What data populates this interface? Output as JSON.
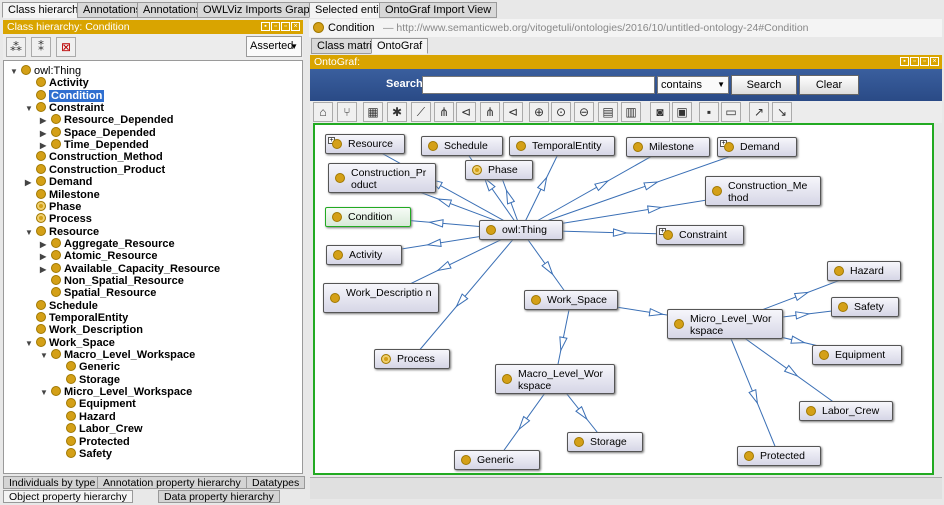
{
  "left_tabs": [
    "Class hierarchy",
    "Annotations",
    "Annotations",
    "OWLViz Imports Graph"
  ],
  "right_tabs": [
    "Selected entity",
    "OntoGraf Import View"
  ],
  "class_hierarchy_header": "Class hierarchy: Condition",
  "asserted_select": "Asserted",
  "tree": [
    {
      "label": "owl:Thing",
      "depth": 0,
      "twisty": "open",
      "root": true
    },
    {
      "label": "Activity",
      "depth": 1,
      "twisty": ""
    },
    {
      "label": "Condition",
      "depth": 1,
      "twisty": "",
      "selected": true
    },
    {
      "label": "Constraint",
      "depth": 1,
      "twisty": "open"
    },
    {
      "label": "Resource_Depended",
      "depth": 2,
      "twisty": "closed"
    },
    {
      "label": "Space_Depended",
      "depth": 2,
      "twisty": "closed"
    },
    {
      "label": "Time_Depended",
      "depth": 2,
      "twisty": "closed"
    },
    {
      "label": "Construction_Method",
      "depth": 1,
      "twisty": ""
    },
    {
      "label": "Construction_Product",
      "depth": 1,
      "twisty": ""
    },
    {
      "label": "Demand",
      "depth": 1,
      "twisty": "closed"
    },
    {
      "label": "Milestone",
      "depth": 1,
      "twisty": ""
    },
    {
      "label": "Phase",
      "depth": 1,
      "twisty": "",
      "defined": true
    },
    {
      "label": "Process",
      "depth": 1,
      "twisty": "",
      "defined": true
    },
    {
      "label": "Resource",
      "depth": 1,
      "twisty": "open"
    },
    {
      "label": "Aggregate_Resource",
      "depth": 2,
      "twisty": "closed"
    },
    {
      "label": "Atomic_Resource",
      "depth": 2,
      "twisty": "closed"
    },
    {
      "label": "Available_Capacity_Resource",
      "depth": 2,
      "twisty": "closed"
    },
    {
      "label": "Non_Spatial_Resource",
      "depth": 2,
      "twisty": ""
    },
    {
      "label": "Spatial_Resource",
      "depth": 2,
      "twisty": ""
    },
    {
      "label": "Schedule",
      "depth": 1,
      "twisty": ""
    },
    {
      "label": "TemporalEntity",
      "depth": 1,
      "twisty": ""
    },
    {
      "label": "Work_Description",
      "depth": 1,
      "twisty": ""
    },
    {
      "label": "Work_Space",
      "depth": 1,
      "twisty": "open"
    },
    {
      "label": "Macro_Level_Workspace",
      "depth": 2,
      "twisty": "open"
    },
    {
      "label": "Generic",
      "depth": 3,
      "twisty": ""
    },
    {
      "label": "Storage",
      "depth": 3,
      "twisty": ""
    },
    {
      "label": "Micro_Level_Workspace",
      "depth": 2,
      "twisty": "open"
    },
    {
      "label": "Equipment",
      "depth": 3,
      "twisty": ""
    },
    {
      "label": "Hazard",
      "depth": 3,
      "twisty": ""
    },
    {
      "label": "Labor_Crew",
      "depth": 3,
      "twisty": ""
    },
    {
      "label": "Protected",
      "depth": 3,
      "twisty": ""
    },
    {
      "label": "Safety",
      "depth": 3,
      "twisty": ""
    }
  ],
  "bottom_tabs_row1": [
    "Individuals by type",
    "Annotation property hierarchy",
    "Datatypes"
  ],
  "bottom_tabs_row2": [
    "Object property hierarchy",
    "Data property hierarchy"
  ],
  "entity": {
    "name": "Condition",
    "iri": "— http://www.semanticweb.org/vitogetuli/ontologies/2016/10/untitled-ontology-24#Condition"
  },
  "view_tabs": [
    "Class matrix",
    "OntoGraf"
  ],
  "ontograf_header": "OntoGraf:",
  "search": {
    "label": "Search:",
    "value": "",
    "mode": "contains",
    "search_btn": "Search",
    "clear_btn": "Clear"
  },
  "toolbar_icons": [
    "home-icon",
    "branch-icon",
    "grid-layout-icon",
    "radial-layout-icon",
    "spring-layout-icon",
    "tree-down-icon",
    "tree-left-icon",
    "tree-up-icon",
    "tree-right-icon",
    "zoom-in-icon",
    "zoom-fit-icon",
    "zoom-out-icon",
    "filter-node-icon",
    "filter-arc-icon",
    "snapshot-icon",
    "image-export-icon",
    "save-icon",
    "open-icon",
    "export-icon",
    "import-icon"
  ],
  "graph_nodes": [
    {
      "id": "resource",
      "label": "Resource",
      "plus": true
    },
    {
      "id": "schedule",
      "label": "Schedule"
    },
    {
      "id": "temporal",
      "label": "TemporalEntity"
    },
    {
      "id": "milestone",
      "label": "Milestone"
    },
    {
      "id": "demand",
      "label": "Demand",
      "plus": true
    },
    {
      "id": "cproduct",
      "label": "Construction_Pr oduct"
    },
    {
      "id": "phase",
      "label": "Phase",
      "defined": true
    },
    {
      "id": "cmethod",
      "label": "Construction_Me thod"
    },
    {
      "id": "condition",
      "label": "Condition",
      "selected": true
    },
    {
      "id": "owlthing",
      "label": "owl:Thing"
    },
    {
      "id": "constraint",
      "label": "Constraint",
      "plus": true
    },
    {
      "id": "activity",
      "label": "Activity"
    },
    {
      "id": "hazard",
      "label": "Hazard"
    },
    {
      "id": "workdesc",
      "label": "Work_Descriptio n"
    },
    {
      "id": "workspace",
      "label": "Work_Space"
    },
    {
      "id": "safety",
      "label": "Safety"
    },
    {
      "id": "micro",
      "label": "Micro_Level_Wor kspace"
    },
    {
      "id": "equipment",
      "label": "Equipment"
    },
    {
      "id": "process",
      "label": "Process",
      "defined": true
    },
    {
      "id": "macro",
      "label": "Macro_Level_Wor kspace"
    },
    {
      "id": "laborcrew",
      "label": "Labor_Crew"
    },
    {
      "id": "storage",
      "label": "Storage"
    },
    {
      "id": "protected",
      "label": "Protected"
    },
    {
      "id": "generic",
      "label": "Generic"
    }
  ]
}
